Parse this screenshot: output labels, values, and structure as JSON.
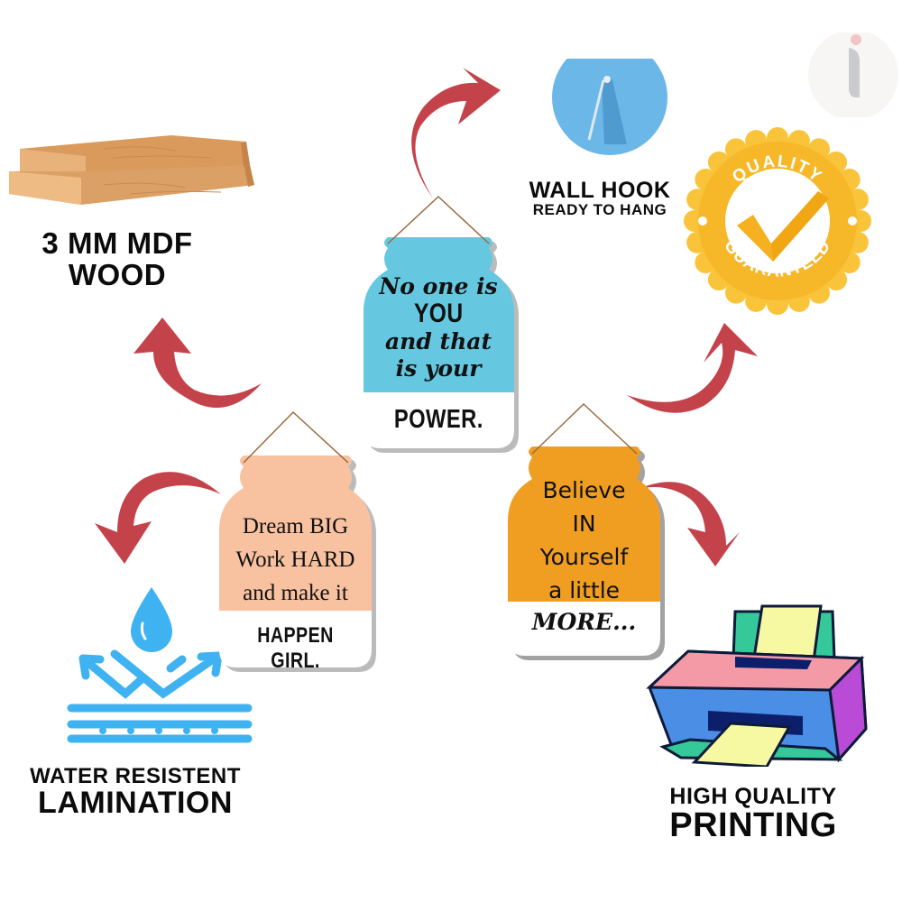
{
  "brand": {
    "logo_icon": "info-i-logo-icon",
    "accent_red": "#c4424a"
  },
  "features": {
    "mdf": {
      "icon": "wood-planks-icon",
      "line1": "3 MM MDF",
      "line2": "WOOD"
    },
    "wall_hook": {
      "icon": "wall-hook-icon",
      "line1": "WALL HOOK",
      "line2": "READY TO HANG"
    },
    "quality": {
      "icon": "quality-badge-icon",
      "badge_top": "QUALITY",
      "badge_bottom": "GUARANTEED"
    },
    "lamination": {
      "icon": "water-resistant-icon",
      "line1": "WATER RESISTENT",
      "line2": "LAMINATION"
    },
    "printing": {
      "icon": "printer-icon",
      "line1": "HIGH QUALITY",
      "line2": "PRINTING"
    }
  },
  "signs": [
    {
      "color": "#65c8e0",
      "lines": [
        "No one is",
        "YOU",
        "and that",
        "is your"
      ],
      "footer": "POWER."
    },
    {
      "color": "#f8c2a0",
      "lines": [
        "Dream BIG",
        "Work HARD",
        "and make it"
      ],
      "footer": "HAPPEN GIRL."
    },
    {
      "color": "#f09e22",
      "lines": [
        "Believe",
        "IN",
        "Yourself",
        "a little"
      ],
      "footer": "MORE..."
    }
  ]
}
